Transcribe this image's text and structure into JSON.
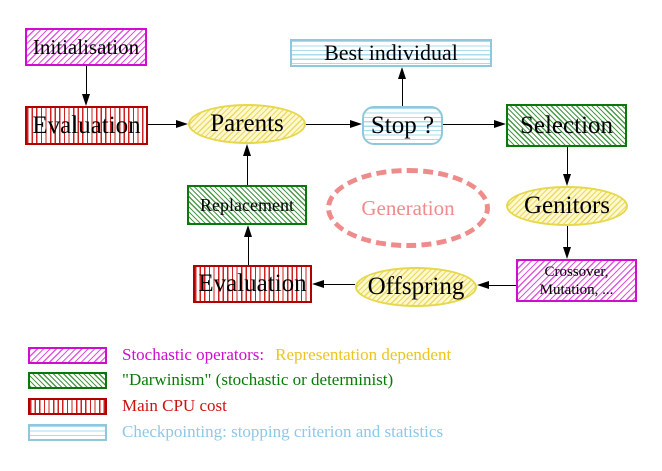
{
  "colors": {
    "magenta": "#cf0ccf",
    "magenta_hatch": "#e055e0",
    "green_dark": "#0a770a",
    "green_hatch": "#4a9a4a",
    "green_text": "#067c06",
    "red_dark": "#b00000",
    "red_stripe": "#cc2222",
    "red_text": "#cc1111",
    "cyan_border": "#8fc8dc",
    "cyan_stripe": "#aadcec",
    "cyan_text": "#8ec8e8",
    "yellow_border": "#e6d84a",
    "yellow_fill": "#fdf8cd",
    "yellow_hatch": "#ead964",
    "gold_text": "#ecc520",
    "salmon": "#ee8b8b",
    "arrow": "#000000"
  },
  "diagram": {
    "nodes": {
      "initialisation": {
        "label": "Initialisation"
      },
      "evaluation_top": {
        "label": "Evaluation"
      },
      "parents": {
        "label": "Parents"
      },
      "best_individual": {
        "label": "Best individual"
      },
      "stop": {
        "label": "Stop ?"
      },
      "selection": {
        "label": "Selection"
      },
      "genitors": {
        "label": "Genitors"
      },
      "replacement": {
        "label": "Replacement"
      },
      "generation": {
        "label": "Generation"
      },
      "offspring": {
        "label": "Offspring"
      },
      "evaluation_bottom": {
        "label": "Evaluation"
      },
      "crossover_mutation": {
        "line1": "Crossover,",
        "line2": "Mutation, ..."
      }
    },
    "legend": {
      "items": [
        {
          "text": "Stochastic operators:",
          "text2": "Representation dependent"
        },
        {
          "text": "\"Darwinism\" (stochastic or determinist)"
        },
        {
          "text": "Main CPU cost"
        },
        {
          "text": "Checkpointing: stopping criterion and statistics"
        }
      ]
    }
  }
}
